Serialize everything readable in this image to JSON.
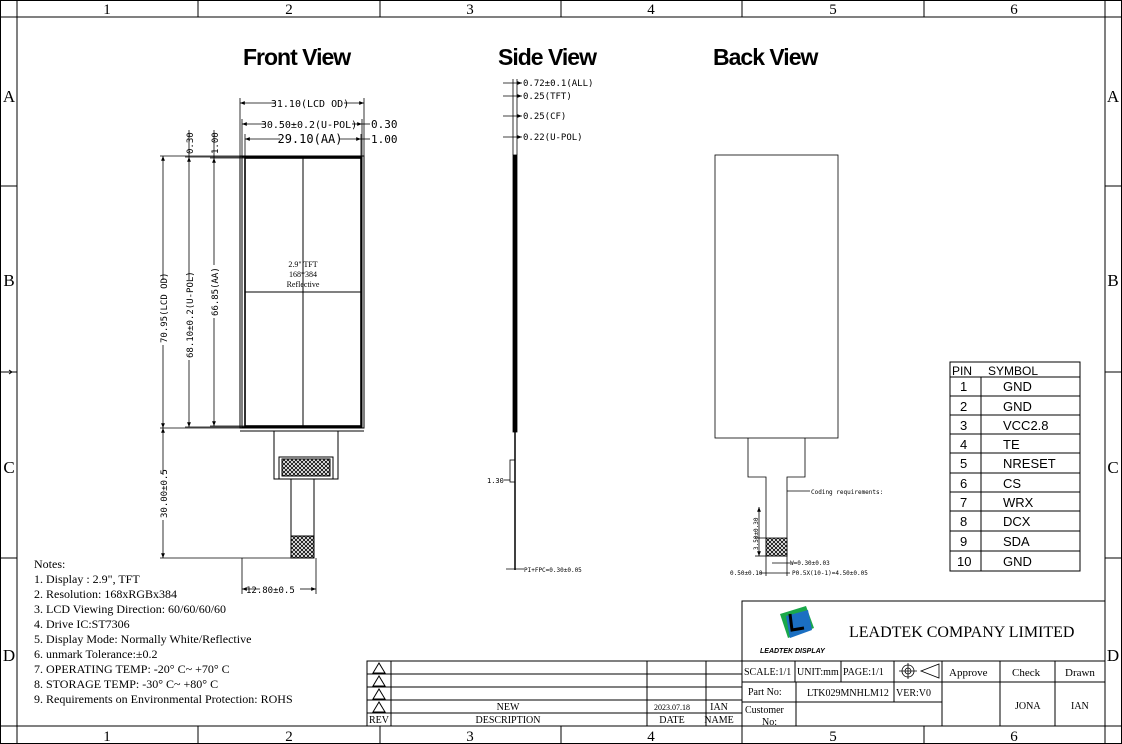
{
  "frame": {
    "columns": [
      "1",
      "2",
      "3",
      "4",
      "5",
      "6"
    ],
    "rows": [
      "A",
      "B",
      "C",
      "D"
    ]
  },
  "views": {
    "front_title": "Front View",
    "side_title": "Side View",
    "back_title": "Back View"
  },
  "front_dims": {
    "lcd_od_w": "31.10(LCD OD)",
    "upol_w": "30.50±0.2(U-POL)",
    "upol_gap": "0.30",
    "aa_w": "29.10(AA)",
    "aa_gap": "1.00",
    "left_030": "0.30",
    "left_100": "1.00",
    "lcd_od_h": "70.95(LCD OD)",
    "upol_h": "68.10±0.2(U-POL)",
    "aa_h": "66.85(AA)",
    "fpc_len": "30.00±0.5",
    "fpc_w": "12.80±0.5"
  },
  "panel_label": [
    "2.9\" TFT",
    "168*384",
    "Reflective"
  ],
  "side_dims": {
    "all": "0.72±0.1(ALL)",
    "tft": "0.25(TFT)",
    "cf": "0.25(CF)",
    "upol": "0.22(U-POL)",
    "stiff": "1.30",
    "fpc": "PI+FPC=0.30±0.05"
  },
  "back_dims": {
    "coding": "Coding requirements:",
    "pin_len": "3.50±0.30",
    "w": "W=0.30±0.03",
    "pitch": "P0.5X(10-1)=4.50±0.05",
    "edge": "0.50±0.10"
  },
  "pin_table": {
    "header_pin": "PIN",
    "header_symbol": "SYMBOL",
    "rows": [
      {
        "pin": "1",
        "symbol": "GND"
      },
      {
        "pin": "2",
        "symbol": "GND"
      },
      {
        "pin": "3",
        "symbol": "VCC2.8"
      },
      {
        "pin": "4",
        "symbol": "TE"
      },
      {
        "pin": "5",
        "symbol": "NRESET"
      },
      {
        "pin": "6",
        "symbol": "CS"
      },
      {
        "pin": "7",
        "symbol": "WRX"
      },
      {
        "pin": "8",
        "symbol": "DCX"
      },
      {
        "pin": "9",
        "symbol": "SDA"
      },
      {
        "pin": "10",
        "symbol": "GND"
      }
    ]
  },
  "notes": {
    "title": "Notes:",
    "items": [
      "1. Display : 2.9\",   TFT",
      "2. Resolution: 168xRGBx384",
      "3. LCD Viewing Direction: 60/60/60/60",
      "4. Drive IC:ST7306",
      "5. Display Mode: Normally White/Reflective",
      "6. unmark Tolerance:±0.2",
      "7. OPERATING TEMP: -20° C~ +70° C",
      "8. STORAGE TEMP: -30° C~ +80° C",
      "9. Requirements on Environmental Protection: ROHS"
    ]
  },
  "title_block": {
    "logo_text": "LEADTEK DISPLAY",
    "company": "LEADTEK COMPANY LIMITED",
    "scale": "SCALE:1/1",
    "unit": "UNIT:mm",
    "page": "PAGE:1/1",
    "approve": "Approve",
    "check": "Check",
    "drawn": "Drawn",
    "part_no_label": "Part No:",
    "part_no": "LTK029MNHLM12",
    "ver": "VER:V0",
    "customer_label": "Customer",
    "no_label": "No:",
    "check_name": "JONA",
    "drawn_name": "IAN"
  },
  "revision": {
    "rev_label": "REV",
    "desc_label": "DESCRIPTION",
    "date_label": "DATE",
    "name_label": "NAME",
    "row_desc": "NEW",
    "row_date": "2023.07.18",
    "row_name": "IAN"
  }
}
